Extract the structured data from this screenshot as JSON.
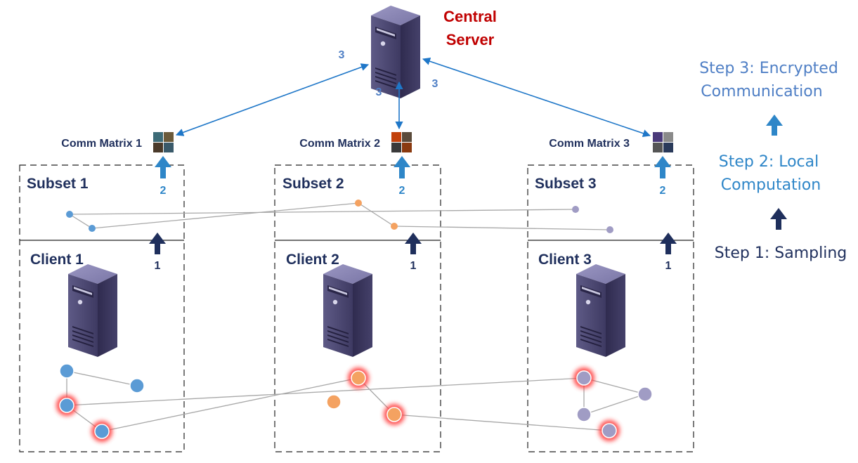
{
  "central_server": {
    "label_line1": "Central",
    "label_line2": "Server"
  },
  "comm_labels": {
    "top_left": "3",
    "mid_left": "3",
    "mid_right": "3"
  },
  "clients": [
    {
      "comm_matrix": "Comm Matrix 1",
      "subset": "Subset 1",
      "client": "Client 1",
      "step1": "1",
      "step2": "2",
      "matrix_colors": [
        "#3d6b77",
        "#6b5a3a",
        "#4a3a2a",
        "#3a5a6a"
      ]
    },
    {
      "comm_matrix": "Comm Matrix 2",
      "subset": "Subset 2",
      "client": "Client 2",
      "step1": "1",
      "step2": "2",
      "matrix_colors": [
        "#c2410c",
        "#5a4a3a",
        "#3a3a3a",
        "#8a3a10"
      ]
    },
    {
      "comm_matrix": "Comm Matrix 3",
      "subset": "Subset 3",
      "client": "Client 3",
      "step1": "1",
      "step2": "2",
      "matrix_colors": [
        "#4a3a7a",
        "#8a8a8a",
        "#555555",
        "#2a3a5a"
      ]
    }
  ],
  "legend": {
    "step3_line1": "Step 3: Encrypted",
    "step3_line2": "Communication",
    "step2_line1": "Step 2: Local",
    "step2_line2": "Computation",
    "step1": "Step 1: Sampling"
  },
  "colors": {
    "client1_node": "#5b9bd5",
    "client2_node": "#f4a261",
    "client3_node": "#a09cc4",
    "dark_navy": "#1f2f5c",
    "comm_blue": "#1f77c8",
    "central_red": "#c00000",
    "highlight_glow": "#ff3b3b",
    "legend_step3": "#4f7fc5",
    "legend_step2": "#2e86c8",
    "legend_step1": "#1f2f5c"
  }
}
